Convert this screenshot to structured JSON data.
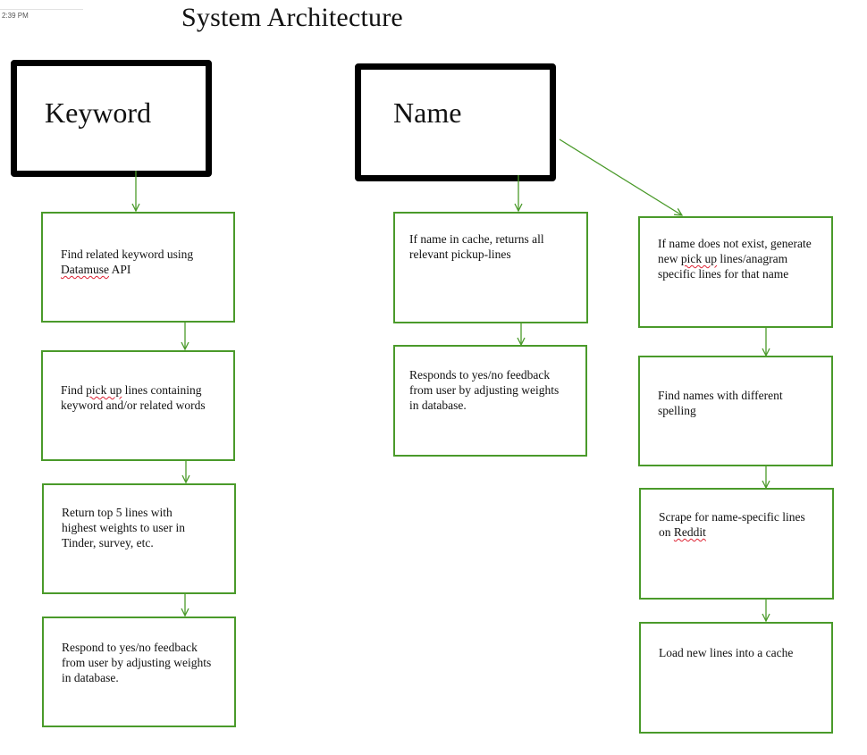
{
  "time": "2:39 PM",
  "title": "System Architecture",
  "heads": {
    "keyword": "Keyword",
    "name": "Name"
  },
  "boxes": {
    "k1_pre": "Find related keyword using ",
    "k1_sq": "Datamuse",
    "k1_post": " API",
    "k2_pre": "Find ",
    "k2_sq": "pick up",
    "k2_post": " lines containing keyword and/or related words",
    "k3": "Return top 5 lines with highest weights to user in Tinder, survey, etc.",
    "k4": "Respond to yes/no feedback from user by adjusting weights in database.",
    "n1": "If name in cache, returns all relevant pickup-lines",
    "n2": "Responds to yes/no feedback from user by adjusting weights in database.",
    "m1_pre": "If name does not exist, generate new ",
    "m1_sq": "pick up",
    "m1_post": " lines/anagram specific lines for that name",
    "m2": "Find names with different spelling",
    "m3_pre": "Scrape for name-specific lines on ",
    "m3_sq": "Reddit",
    "m4": "Load new lines into a cache"
  },
  "colors": {
    "box_border": "#4a9a2a",
    "arrow": "#4a9a2a",
    "head_border": "#000000"
  }
}
